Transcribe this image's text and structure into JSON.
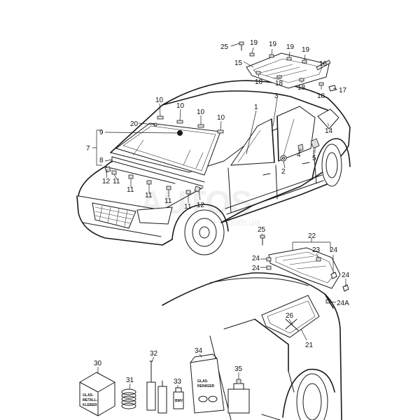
{
  "callouts": {
    "c1": "1",
    "c2": "2",
    "c3": "3",
    "c4": "4",
    "c5": "5",
    "c7": "7",
    "c8": "8",
    "c9": "9",
    "c10a": "10",
    "c10b": "10",
    "c10c": "10",
    "c10d": "10",
    "c11a": "11",
    "c11b": "11",
    "c11c": "11",
    "c11d": "11",
    "c11e": "11",
    "c12a": "12",
    "c12b": "12",
    "c14": "14",
    "c15": "15",
    "c16": "16",
    "c17": "17",
    "c18a": "18",
    "c18b": "18",
    "c18c": "18",
    "c18d": "18",
    "c19a": "19",
    "c19b": "19",
    "c19c": "19",
    "c19d": "19",
    "c20": "20",
    "c21": "21",
    "c22": "22",
    "c23": "23",
    "c24a": "24",
    "c24b": "24",
    "c24c": "24",
    "c24d": "24",
    "c24A": "24A",
    "c25a": "25",
    "c25b": "25",
    "c26": "26",
    "c30": "30",
    "c31": "31",
    "c32": "32",
    "c33": "33",
    "c34": "34",
    "c35": "35"
  },
  "package_30": {
    "line1": "GLAS-",
    "line2": "METALL-",
    "line3": "KLEBER"
  },
  "package_34": {
    "line1": "GLAS-",
    "line2": "REINIGER"
  },
  "tube_33": {
    "label": "BMV"
  },
  "watermark": {
    "brand": "AUTOS",
    "site": "com.ua"
  }
}
